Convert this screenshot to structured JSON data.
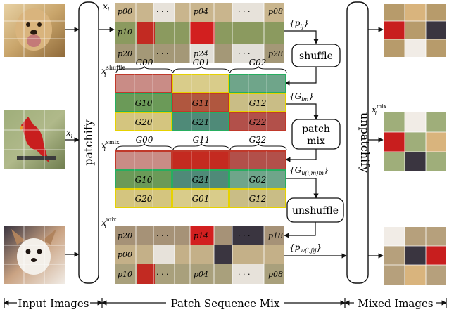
{
  "labels": {
    "patchify": "patchify",
    "unpatchify": "unpatchify",
    "shuffle": "shuffle",
    "patch_mix_line1": "patch",
    "patch_mix_line2": "mix",
    "unshuffle": "unshuffle",
    "xi": "x",
    "xi_sub": "i",
    "xi_shuffle_sup": "shuffle",
    "xi_smix_sup": "smix",
    "xi_mix_sup": "mix",
    "pij": "{p",
    "pij_sub": "ij",
    "pij_close": "}",
    "gim": "{G",
    "gim_sub": "im",
    "gim_close": "}",
    "guim": "{G",
    "guim_sub": "u(i,m)m",
    "guim_close": "}",
    "pwij": "{p",
    "pwij_sub": "w(i,j)j",
    "pwij_close": "}",
    "dots": "· · ·"
  },
  "patch_labels": {
    "row1": [
      "p00",
      "p04",
      "p08"
    ],
    "row2": [
      "p10"
    ],
    "row3": [
      "p20",
      "p24",
      "p28"
    ],
    "out_row1": [
      "p20",
      "p14",
      "p18"
    ],
    "out_row2": [
      "p00"
    ],
    "out_row3": [
      "p10",
      "p04",
      "p08"
    ]
  },
  "groups": {
    "shuffle_top": [
      "G00",
      "G01",
      "G02"
    ],
    "shuffle_mid": [
      "G10",
      "G11",
      "G12"
    ],
    "shuffle_bot": [
      "G20",
      "G21",
      "G22"
    ],
    "smix_top": [
      "G00",
      "G11",
      "G22"
    ],
    "smix_mid": [
      "G10",
      "G21",
      "G02"
    ],
    "smix_bot": [
      "G20",
      "G01",
      "G12"
    ]
  },
  "bottom": {
    "input_images": "Input Images",
    "patch_sequence_mix": "Patch Sequence Mix",
    "mixed_images": "Mixed Images"
  },
  "colors": {
    "red": "#c0392b",
    "green": "#27ae60",
    "yellow": "#e6d200",
    "dog_gold": "#c9a56b",
    "cardinal": "#c81e1e",
    "grass": "#8a9a5b",
    "chihuahua": "#a87a55"
  }
}
